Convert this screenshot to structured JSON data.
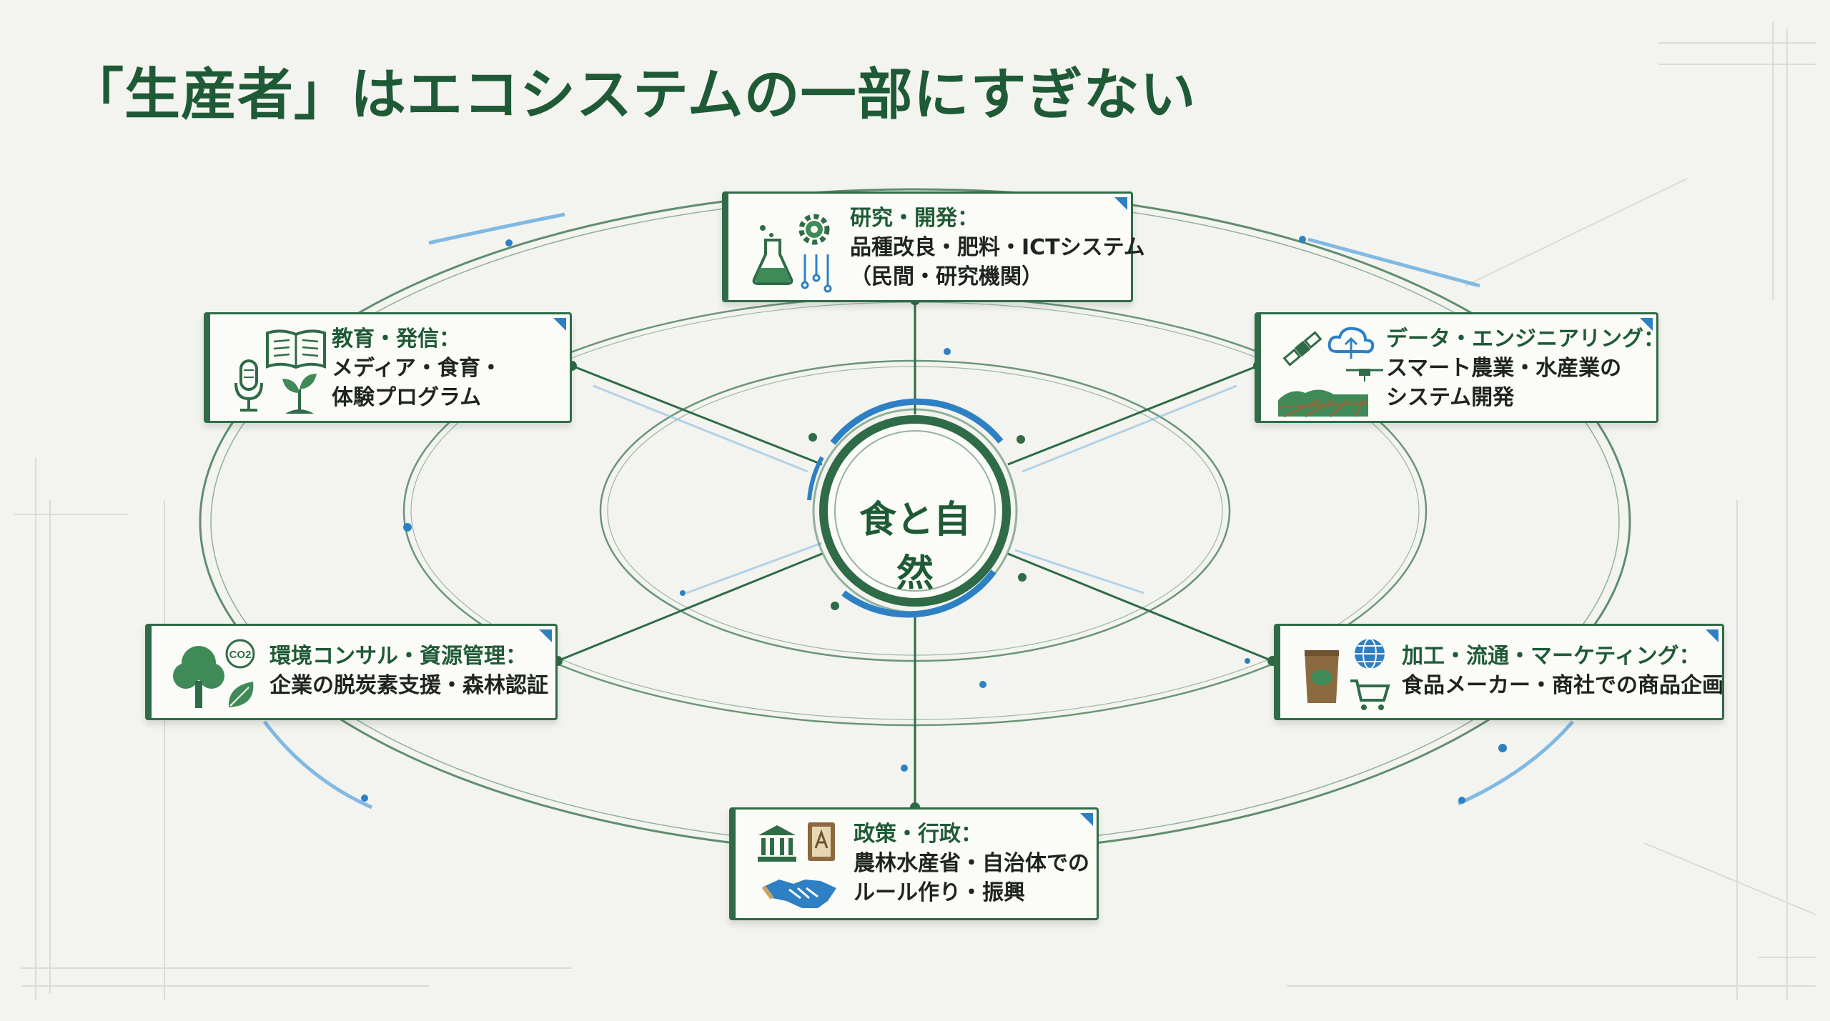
{
  "title": "「生産者」はエコシステムの一部にすぎない",
  "center": {
    "label": "食と自然"
  },
  "nodes": {
    "rnd": {
      "heading": "研究・開発：",
      "lines": [
        "品種改良・肥料・ICTシステム",
        "（民間・研究機関）"
      ],
      "icons": [
        "flask-icon",
        "gear-icon",
        "circuit-icon"
      ]
    },
    "education": {
      "heading": "教育・発信：",
      "lines": [
        "メディア・食育・",
        "体験プログラム"
      ],
      "icons": [
        "book-icon",
        "microphone-icon",
        "sprout-icon"
      ]
    },
    "data_engineering": {
      "heading": "データ・エンジニアリング：",
      "lines": [
        "スマート農業・水産業の",
        "システム開発"
      ],
      "icons": [
        "satellite-icon",
        "cloud-icon",
        "drone-icon",
        "field-icon"
      ]
    },
    "environment": {
      "heading": "環境コンサル・資源管理：",
      "lines": [
        "企業の脱炭素支援・森林認証"
      ],
      "icons": [
        "tree-icon",
        "co2-icon",
        "leaf-icon"
      ]
    },
    "processing": {
      "heading": "加工・流通・マーケティング：",
      "lines": [
        "食品メーカー・商社での商品企画"
      ],
      "icons": [
        "package-icon",
        "globe-icon",
        "cart-icon"
      ]
    },
    "policy": {
      "heading": "政策・行政：",
      "lines": [
        "農林水産省・自治体での",
        "ルール作り・振興"
      ],
      "icons": [
        "government-building-icon",
        "law-book-icon",
        "handshake-icon"
      ]
    }
  },
  "colors": {
    "primary_green": "#2f6b47",
    "title_green": "#1f5a36",
    "accent_blue": "#2e80c4",
    "background": "#f3f4ef"
  }
}
